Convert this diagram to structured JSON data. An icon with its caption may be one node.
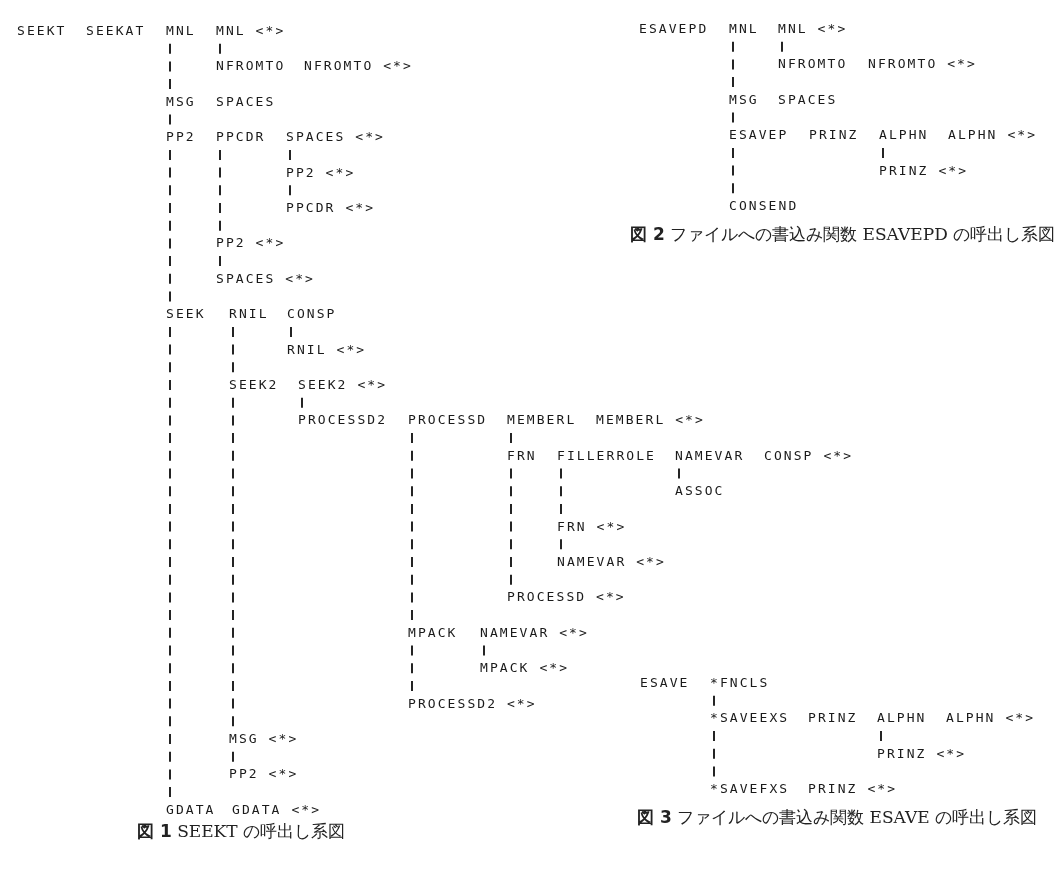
{
  "diagram": {
    "nodes": [
      {
        "text": [
          "SEEKT"
        ]
      },
      {
        "text": [
          "SEEKAT"
        ]
      },
      {
        "text": [
          "MNL"
        ]
      },
      {
        "text": [
          "MNL <*>"
        ]
      },
      {
        "text": [
          "NFROMTO"
        ]
      },
      {
        "text": [
          "NFROMTO <*>"
        ]
      },
      {
        "text": [
          "MSG"
        ]
      },
      {
        "text": [
          "SPACES"
        ]
      },
      {
        "text": [
          "PP2"
        ]
      },
      {
        "text": [
          "PPCDR"
        ]
      },
      {
        "text": [
          "SPACES <*>"
        ]
      },
      {
        "text": [
          "PP2 <*>"
        ]
      },
      {
        "text": [
          "PPCDR <*>"
        ]
      },
      {
        "text": [
          "PP2 <*>"
        ]
      },
      {
        "text": [
          "SPACES <*>"
        ]
      },
      {
        "text": [
          "SEEK"
        ]
      },
      {
        "text": [
          "RNIL"
        ]
      },
      {
        "text": [
          "CONSP"
        ]
      },
      {
        "text": [
          "RNIL <*>"
        ]
      },
      {
        "text": [
          "SEEK2"
        ]
      },
      {
        "text": [
          "SEEK2 <*>"
        ]
      },
      {
        "text": [
          "PROCESSD2"
        ]
      },
      {
        "text": [
          "PROCESSD"
        ]
      },
      {
        "text": [
          "MEMBERL"
        ]
      },
      {
        "text": [
          "MEMBERL <*>"
        ]
      },
      {
        "text": [
          "FRN"
        ]
      },
      {
        "text": [
          "FILLERROLE"
        ]
      },
      {
        "text": [
          "NAMEVAR"
        ]
      },
      {
        "text": [
          "CONSP <*>"
        ]
      },
      {
        "text": [
          "ASSOC"
        ]
      },
      {
        "text": [
          "FRN <*>"
        ]
      },
      {
        "text": [
          "NAMEVAR <*>"
        ]
      },
      {
        "text": [
          "PROCESSD <*>"
        ]
      },
      {
        "text": [
          "MPACK"
        ]
      },
      {
        "text": [
          "NAMEVAR <*>"
        ]
      },
      {
        "text": [
          "MPACK <*>"
        ]
      },
      {
        "text": [
          "PROCESSD2 <*>"
        ]
      },
      {
        "text": [
          "MSG <*>"
        ]
      },
      {
        "text": [
          "PP2 <*>"
        ]
      },
      {
        "text": [
          "GDATA"
        ]
      },
      {
        "text": [
          "GDATA <*>"
        ]
      },
      {
        "text": [
          "ESAVEPD"
        ]
      },
      {
        "text": [
          "MNL"
        ]
      },
      {
        "text": [
          "MNL <*>"
        ]
      },
      {
        "text": [
          "NFROMTO"
        ]
      },
      {
        "text": [
          "NFROMTO <*>"
        ]
      },
      {
        "text": [
          "MSG"
        ]
      },
      {
        "text": [
          "SPACES"
        ]
      },
      {
        "text": [
          "ESAVEP"
        ]
      },
      {
        "text": [
          "PRINZ"
        ]
      },
      {
        "text": [
          "ALPHN"
        ]
      },
      {
        "text": [
          "ALPHN <*>"
        ]
      },
      {
        "text": [
          "PRINZ <*>"
        ]
      },
      {
        "text": [
          "CONSEND"
        ]
      },
      {
        "text": [
          "ESAVE"
        ]
      },
      {
        "text": [
          "*FNCLS"
        ]
      },
      {
        "text": [
          "*SAVEEXS"
        ]
      },
      {
        "text": [
          "PRINZ"
        ]
      },
      {
        "text": [
          "ALPHN"
        ]
      },
      {
        "text": [
          "ALPHN <*>"
        ]
      },
      {
        "text": [
          "PRINZ <*>"
        ]
      },
      {
        "text": [
          "*SAVEFXS"
        ]
      },
      {
        "text": [
          "PRINZ <*>"
        ]
      }
    ],
    "edges": [
      {
        "from": 2,
        "to": 6,
        "arrow": "none"
      },
      {
        "from": 6,
        "to": 8,
        "arrow": "none"
      },
      {
        "from": 8,
        "to": 15,
        "arrow": "none"
      },
      {
        "from": 15,
        "to": 39,
        "arrow": "none"
      },
      {
        "from": 3,
        "to": 4,
        "arrow": "none"
      },
      {
        "from": 9,
        "to": 13,
        "arrow": "none"
      },
      {
        "from": 13,
        "to": 14,
        "arrow": "none"
      },
      {
        "from": 10,
        "to": 11,
        "arrow": "none"
      },
      {
        "from": 11,
        "to": 12,
        "arrow": "none"
      },
      {
        "from": 16,
        "to": 19,
        "arrow": "none"
      },
      {
        "from": 19,
        "to": 37,
        "arrow": "none"
      },
      {
        "from": 37,
        "to": 38,
        "arrow": "none"
      },
      {
        "from": 17,
        "to": 18,
        "arrow": "none"
      },
      {
        "from": 20,
        "to": 21,
        "arrow": "none"
      },
      {
        "from": 22,
        "to": 33,
        "arrow": "none"
      },
      {
        "from": 33,
        "to": 36,
        "arrow": "none"
      },
      {
        "from": 23,
        "to": 25,
        "arrow": "none"
      },
      {
        "from": 25,
        "to": 32,
        "arrow": "none"
      },
      {
        "from": 26,
        "to": 30,
        "arrow": "none"
      },
      {
        "from": 30,
        "to": 31,
        "arrow": "none"
      },
      {
        "from": 27,
        "to": 29,
        "arrow": "none"
      },
      {
        "from": 34,
        "to": 35,
        "arrow": "none"
      },
      {
        "from": 42,
        "to": 46,
        "arrow": "none"
      },
      {
        "from": 46,
        "to": 48,
        "arrow": "none"
      },
      {
        "from": 48,
        "to": 53,
        "arrow": "none"
      },
      {
        "from": 43,
        "to": 44,
        "arrow": "none"
      },
      {
        "from": 50,
        "to": 52,
        "arrow": "none"
      },
      {
        "from": 55,
        "to": 56,
        "arrow": "none"
      },
      {
        "from": 56,
        "to": 61,
        "arrow": "none"
      },
      {
        "from": 58,
        "to": 60,
        "arrow": "none"
      }
    ],
    "labels": [
      "**図 2** ファイルへの書込み関数 ESAVEPD の呼出し系図",
      "**図 1** SEEKT の呼出し系図",
      "**図 3** ファイルへの書込み関数 ESAVE の呼出し系図"
    ]
  }
}
